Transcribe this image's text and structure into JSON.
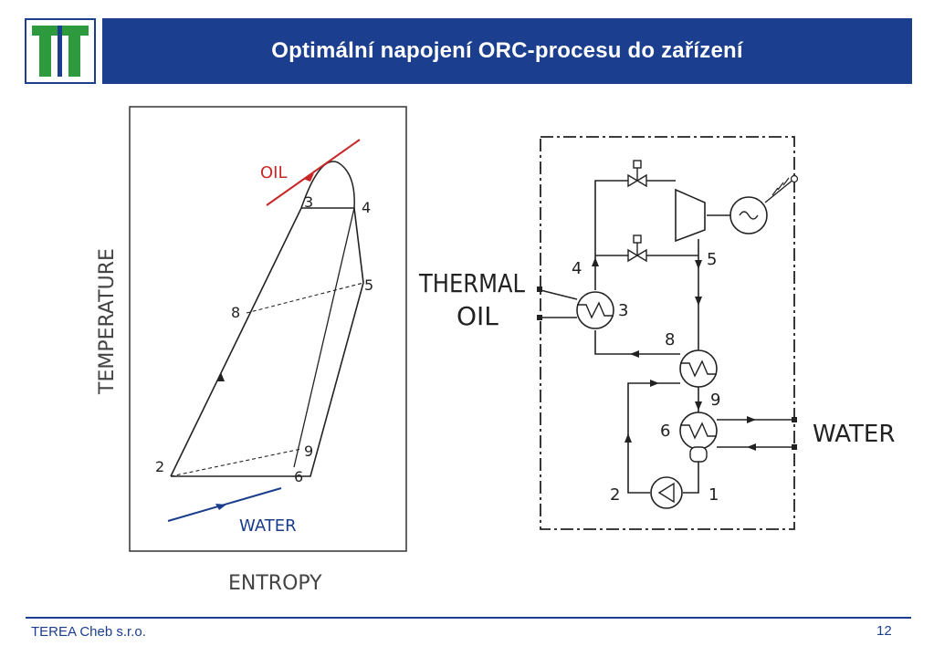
{
  "header": {
    "title": "Optimální napojení ORC-procesu do zařízení"
  },
  "ts_diagram": {
    "x_axis_label": "ENTROPY",
    "y_axis_label": "TEMPERATURE",
    "oil_label": "OIL",
    "water_label": "WATER",
    "points": [
      "2",
      "3",
      "4",
      "5",
      "6",
      "8",
      "9"
    ]
  },
  "schematic": {
    "thermal_label": "THERMAL",
    "oil_label": "OIL",
    "water_label": "WATER",
    "nodes": [
      "1",
      "2",
      "3",
      "4",
      "5",
      "6",
      "8",
      "9"
    ]
  },
  "footer": {
    "company": "TEREA Cheb s.r.o.",
    "page_number": "12"
  },
  "colors": {
    "brand_blue": "#1b3e8e",
    "logo_green": "#2e9a3e",
    "oil_red": "#c62828",
    "water_blue": "#1a3c8c"
  },
  "icons": [
    "logo-icon",
    "generator-icon",
    "pump-icon",
    "turbine-icon",
    "valve-icon",
    "heat-exchanger-icon"
  ]
}
